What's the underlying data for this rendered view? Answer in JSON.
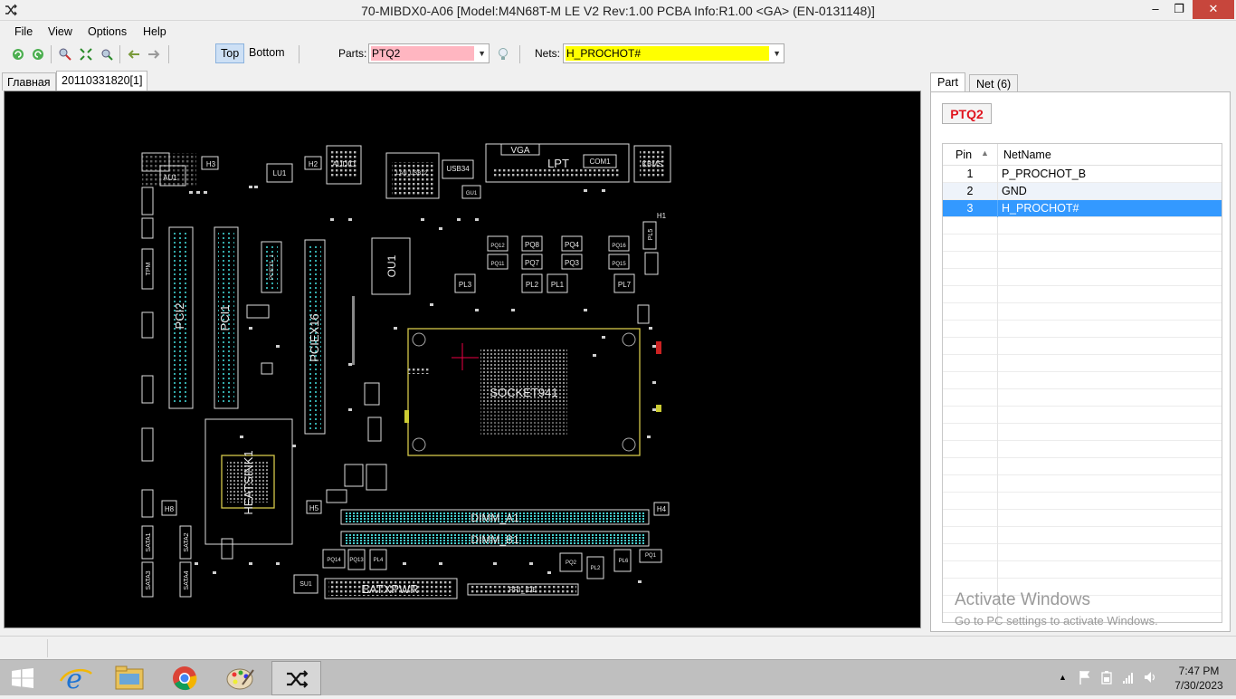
{
  "window": {
    "title": "70-MIBDX0-A06 [Model:M4N68T-M LE V2 Rev:1.00 PCBA Info:R1.00 <GA> (EN-0131148)]",
    "minimize": "–",
    "maximize": "❐",
    "close": "✕"
  },
  "menu": [
    "File",
    "View",
    "Options",
    "Help"
  ],
  "toolbar": {
    "side_top": "Top",
    "side_bottom": "Bottom",
    "parts_label": "Parts:",
    "parts_value": "PTQ2",
    "nets_label": "Nets:",
    "nets_value": "H_PROCHOT#"
  },
  "doc_tabs": [
    "Главная",
    "20110331820[1]"
  ],
  "board": {
    "labels": [
      "AU1",
      "H3",
      "LU1",
      "H2",
      "AUDIO",
      "LAN_USB12",
      "USB34",
      "VGA",
      "LPT",
      "COM1",
      "KBMS",
      "GU1",
      "OU1",
      "PQ12",
      "PQ8",
      "PQ4",
      "PQ16",
      "PQ11",
      "PQ7",
      "PQ3",
      "PQ15",
      "PL3",
      "PL2",
      "PL1",
      "PL7",
      "PL5",
      "PCI2",
      "PCI1",
      "PCIEX1_1",
      "PCIEX16",
      "TPM",
      "SOCKET941",
      "HEATSINK1",
      "DIMM_A1",
      "DIMM_B1",
      "EATXPWR",
      "PRI_IDE",
      "SATA1",
      "SATA2",
      "SATA3",
      "SATA4",
      "H8",
      "H5",
      "H4",
      "H1",
      "SU1",
      "PQ14",
      "PQ13",
      "PQ2",
      "PQ1",
      "PL4",
      "PL6",
      "PL2"
    ]
  },
  "right_panel": {
    "tabs": [
      "Part",
      "Net (6)"
    ],
    "part_name": "PTQ2",
    "columns": [
      "Pin",
      "NetName"
    ],
    "rows": [
      {
        "pin": "1",
        "net": "P_PROCHOT_B"
      },
      {
        "pin": "2",
        "net": "GND"
      },
      {
        "pin": "3",
        "net": "H_PROCHOT#"
      }
    ]
  },
  "watermark": {
    "line1": "Activate Windows",
    "line2": "Go to PC settings to activate Windows."
  },
  "taskbar": {
    "time": "7:47 PM",
    "date": "7/30/2023"
  },
  "colors": {
    "part_highlight": "#ffb6c1",
    "net_highlight": "#ffff00",
    "part_name": "#e0141e",
    "selected_row": "#3399ff",
    "board_bg": "#000000",
    "socket_outline": "#d4c84a"
  }
}
